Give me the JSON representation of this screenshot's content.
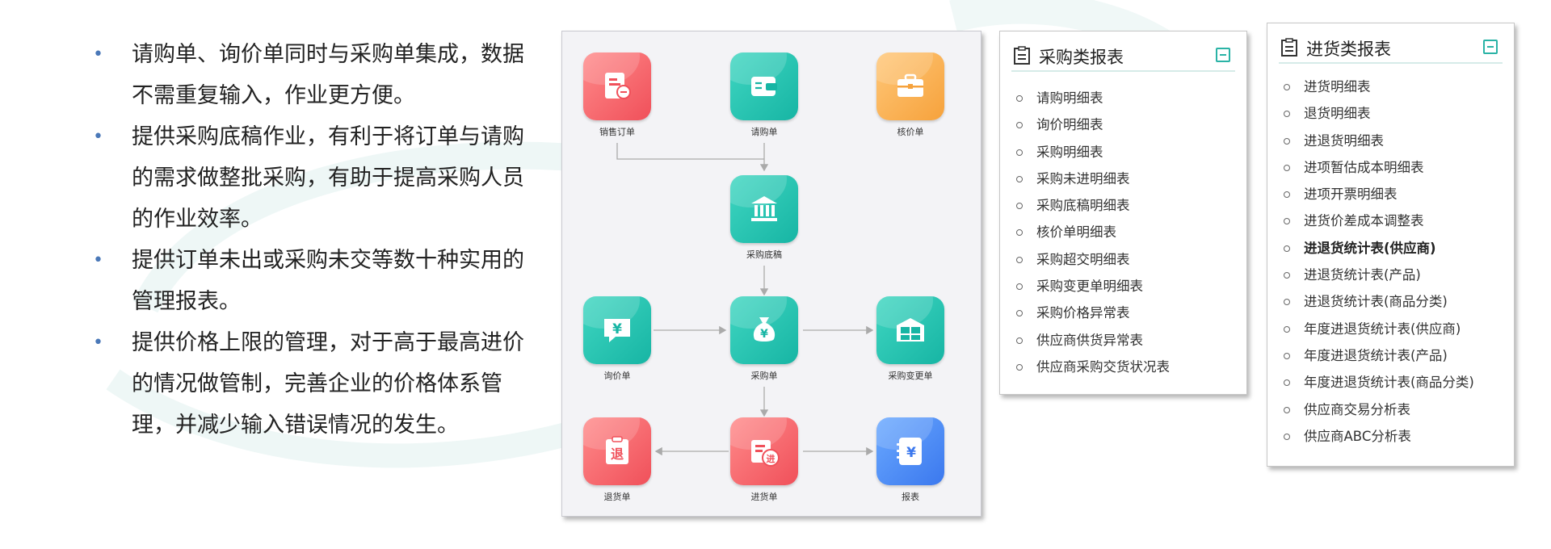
{
  "bullets": [
    "请购单、询价单同时与采购单集成，数据不需重复输入，作业更方便。",
    "提供采购底稿作业，有利于将订单与请购的需求做整批采购，有助于提高采购人员的作业效率。",
    "提供订单未出或采购未交等数十种实用的管理报表。",
    "提供价格上限的管理，对于高于最高进价的情况做管制，完善企业的价格体系管理，并减少输入错误情况的发生。"
  ],
  "flow": {
    "nodes": {
      "sales_order": "销售订单",
      "requisition": "请购单",
      "price_check": "核价单",
      "purchase_draft": "采购底稿",
      "inquiry": "询价单",
      "purchase_order": "采购单",
      "purchase_change": "采购变更单",
      "return": "退货单",
      "receipt": "进货单",
      "report": "报表"
    },
    "icon_glyphs": {
      "yen": "¥",
      "return": "退",
      "in": "进"
    },
    "colors": {
      "red": "#f0505a",
      "teal": "#17b5a4",
      "orange": "#f6a23c",
      "blue": "#3b78ee"
    }
  },
  "purchase_reports": {
    "title": "采购类报表",
    "items": [
      "请购明细表",
      "询价明细表",
      "采购明细表",
      "采购未进明细表",
      "采购底稿明细表",
      "核价单明细表",
      "采购超交明细表",
      "采购变更单明细表",
      "采购价格异常表",
      "供应商供货异常表",
      "供应商采购交货状况表"
    ]
  },
  "receiving_reports": {
    "title": "进货类报表",
    "items": [
      "进货明细表",
      "退货明细表",
      "进退货明细表",
      "进项暂估成本明细表",
      "进项开票明细表",
      "进货价差成本调整表",
      "进退货统计表(供应商)",
      "进退货统计表(产品)",
      "进退货统计表(商品分类)",
      "年度进退货统计表(供应商)",
      "年度进退货统计表(产品)",
      "年度进退货统计表(商品分类)",
      "供应商交易分析表",
      "供应商ABC分析表"
    ],
    "bold_item": "进退货统计表(供应商)"
  }
}
